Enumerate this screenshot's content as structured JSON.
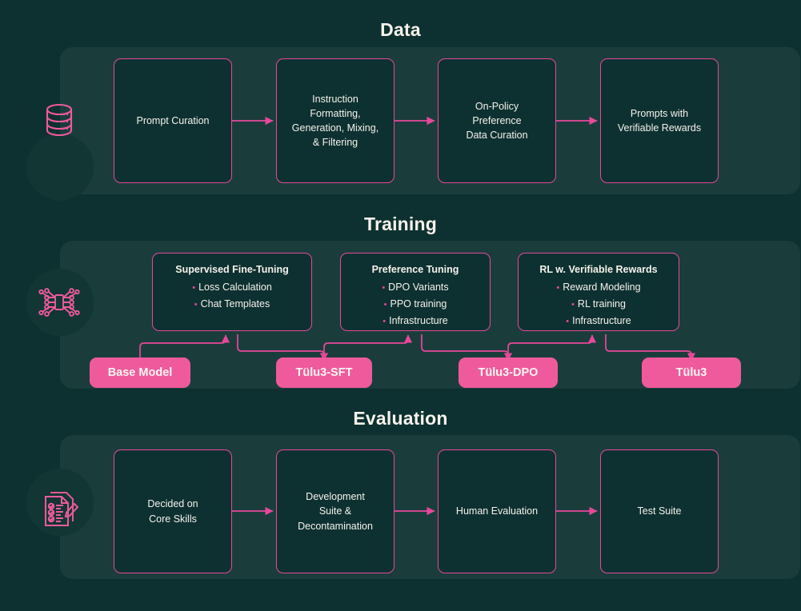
{
  "colors": {
    "background": "#0d3130",
    "panel": "#1a3d3c",
    "accent_pink": "#e8479a",
    "pill_pink": "#ef5a9c",
    "text": "#f6f2ec"
  },
  "sections": {
    "data": {
      "title": "Data",
      "icon": "database-icon",
      "steps": [
        {
          "label": "Prompt Curation"
        },
        {
          "label": "Instruction\nFormatting,\nGeneration, Mixing,\n& Filtering"
        },
        {
          "label": "On-Policy\nPreference\nData Curation"
        },
        {
          "label": "Prompts with\nVerifiable Rewards"
        }
      ]
    },
    "training": {
      "title": "Training",
      "icon": "neural-chip-icon",
      "stages": [
        {
          "heading": "Supervised Fine-Tuning",
          "bullets": [
            "Loss Calculation",
            "Chat Templates"
          ]
        },
        {
          "heading": "Preference Tuning",
          "bullets": [
            "DPO Variants",
            "PPO training",
            "Infrastructure"
          ]
        },
        {
          "heading": "RL w. Verifiable Rewards",
          "bullets": [
            "Reward Modeling",
            "RL training",
            "Infrastructure"
          ]
        }
      ],
      "models": [
        {
          "label": "Base Model"
        },
        {
          "label": "Tülu3-SFT"
        },
        {
          "label": "Tülu3-DPO"
        },
        {
          "label": "Tülu3"
        }
      ]
    },
    "evaluation": {
      "title": "Evaluation",
      "icon": "checklist-document-icon",
      "steps": [
        {
          "label": "Decided on\nCore Skills"
        },
        {
          "label": "Development\nSuite &\nDecontamination"
        },
        {
          "label": "Human Evaluation"
        },
        {
          "label": "Test Suite"
        }
      ]
    }
  }
}
